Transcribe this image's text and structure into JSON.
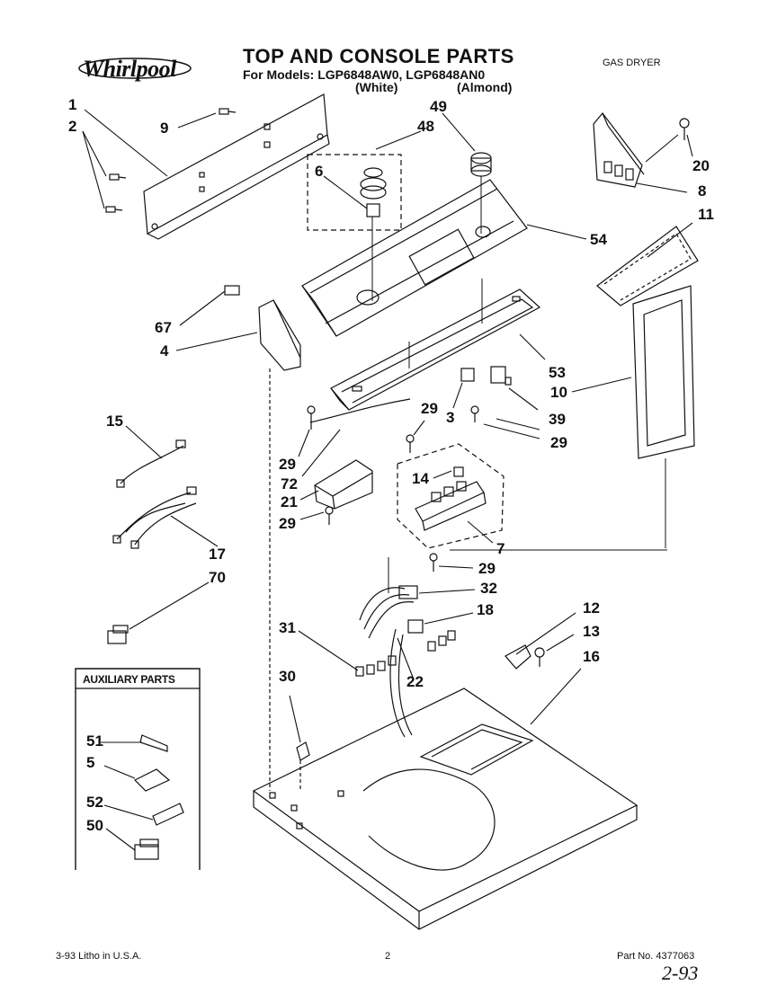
{
  "header": {
    "brand": "Whirlpool",
    "title": "TOP AND CONSOLE PARTS",
    "models": "For Models: LGP6848AW0, LGP6848AN0",
    "variant_white": "(White)",
    "variant_almond": "(Almond)",
    "doc_type": "GAS DRYER"
  },
  "auxiliary_title": "AUXILIARY PARTS",
  "callouts": {
    "c1": "1",
    "c2": "2",
    "c9": "9",
    "c49": "49",
    "c48": "48",
    "c6": "6",
    "c20": "20",
    "c8": "8",
    "c11": "11",
    "c54": "54",
    "c67": "67",
    "c4": "4",
    "c53": "53",
    "c10": "10",
    "c3": "3",
    "c39": "39",
    "c29a": "29",
    "c29b": "29",
    "c29c": "29",
    "c29d": "29",
    "c29e": "29",
    "c72": "72",
    "c21": "21",
    "c14": "14",
    "c7": "7",
    "c15": "15",
    "c17": "17",
    "c70": "70",
    "c32": "32",
    "c18": "18",
    "c12": "12",
    "c13": "13",
    "c16": "16",
    "c31": "31",
    "c22": "22",
    "c30": "30",
    "c51": "51",
    "c5": "5",
    "c52": "52",
    "c50": "50"
  },
  "footer": {
    "date_litho": "3-93  Litho in U.S.A.",
    "page": "2",
    "part_no": "Part No. 4377063",
    "handwritten": "2-93"
  }
}
